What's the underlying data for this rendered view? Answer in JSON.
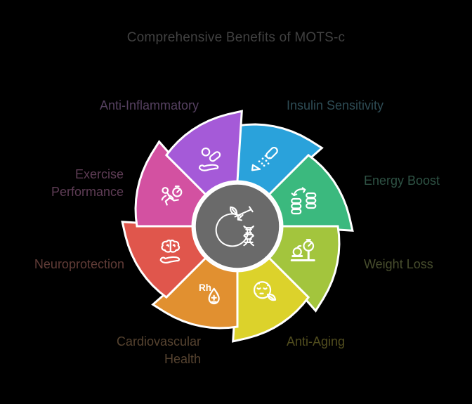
{
  "title": "Comprehensive Benefits of MOTS-c",
  "title_color": "#414141",
  "background": "#000000",
  "center": {
    "icon": "apple-dna",
    "fill": "#6a6a6a",
    "ring_color": "#ffffff"
  },
  "segments": [
    {
      "id": "insulin-sensitivity",
      "label": "Insulin Sensitivity",
      "color": "#2aa2db",
      "label_color": "#2e4c55",
      "icon": "syringe-pill",
      "start_angle": 0
    },
    {
      "id": "energy-boost",
      "label": "Energy Boost",
      "color": "#3bb97e",
      "label_color": "#2e5244",
      "icon": "battery-swap",
      "start_angle": 45
    },
    {
      "id": "weight-loss",
      "label": "Weight Loss",
      "color": "#a3c53d",
      "label_color": "#474d2d",
      "icon": "scale-apple",
      "start_angle": 90
    },
    {
      "id": "anti-aging",
      "label": "Anti-Aging",
      "color": "#dcd22b",
      "label_color": "#514d1e",
      "icon": "aging-face-leaf",
      "start_angle": 135
    },
    {
      "id": "cardiovascular-health",
      "label": "Cardiovascular Health",
      "color": "#e19030",
      "label_color": "#564330",
      "icon": "blood-drop",
      "icon_text": "Rh",
      "start_angle": 180
    },
    {
      "id": "neuroprotection",
      "label": "Neuroprotection",
      "color": "#e0564c",
      "label_color": "#613c37",
      "icon": "brain-hand",
      "start_angle": 225
    },
    {
      "id": "exercise-performance",
      "label": "Exercise Performance",
      "color": "#d351a1",
      "label_color": "#5e3c55",
      "icon": "runner-stopwatch",
      "start_angle": 270
    },
    {
      "id": "anti-inflammatory",
      "label": "Anti-Inflammatory",
      "color": "#a55ad8",
      "label_color": "#554060",
      "icon": "pills-hand",
      "start_angle": 315
    }
  ]
}
